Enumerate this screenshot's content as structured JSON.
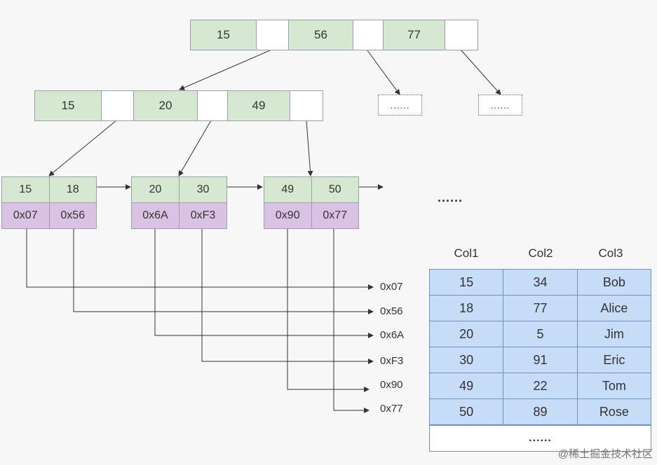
{
  "root": {
    "keys": [
      "15",
      "56",
      "77"
    ]
  },
  "internal": {
    "keys": [
      "15",
      "20",
      "49"
    ]
  },
  "placeholders": [
    "......",
    "......"
  ],
  "leaves": [
    {
      "keys": [
        "15",
        "18"
      ],
      "addrs": [
        "0x07",
        "0x56"
      ]
    },
    {
      "keys": [
        "20",
        "30"
      ],
      "addrs": [
        "0x6A",
        "0xF3"
      ]
    },
    {
      "keys": [
        "49",
        "50"
      ],
      "addrs": [
        "0x90",
        "0x77"
      ]
    }
  ],
  "leaf_more": "......",
  "address_targets": [
    "0x07",
    "0x56",
    "0x6A",
    "0xF3",
    "0x90",
    "0x77"
  ],
  "table": {
    "headers": [
      "Col1",
      "Col2",
      "Col3"
    ],
    "rows": [
      [
        "15",
        "34",
        "Bob"
      ],
      [
        "18",
        "77",
        "Alice"
      ],
      [
        "20",
        "5",
        "Jim"
      ],
      [
        "30",
        "91",
        "Eric"
      ],
      [
        "49",
        "22",
        "Tom"
      ],
      [
        "50",
        "89",
        "Rose"
      ]
    ],
    "more": "......"
  },
  "watermark": "@稀土掘金技术社区",
  "colors": {
    "key_fill": "#d6e8d2",
    "addr_fill": "#d9c2e3",
    "table_fill": "#c7dcf6",
    "table_border": "#6f8fc2"
  }
}
